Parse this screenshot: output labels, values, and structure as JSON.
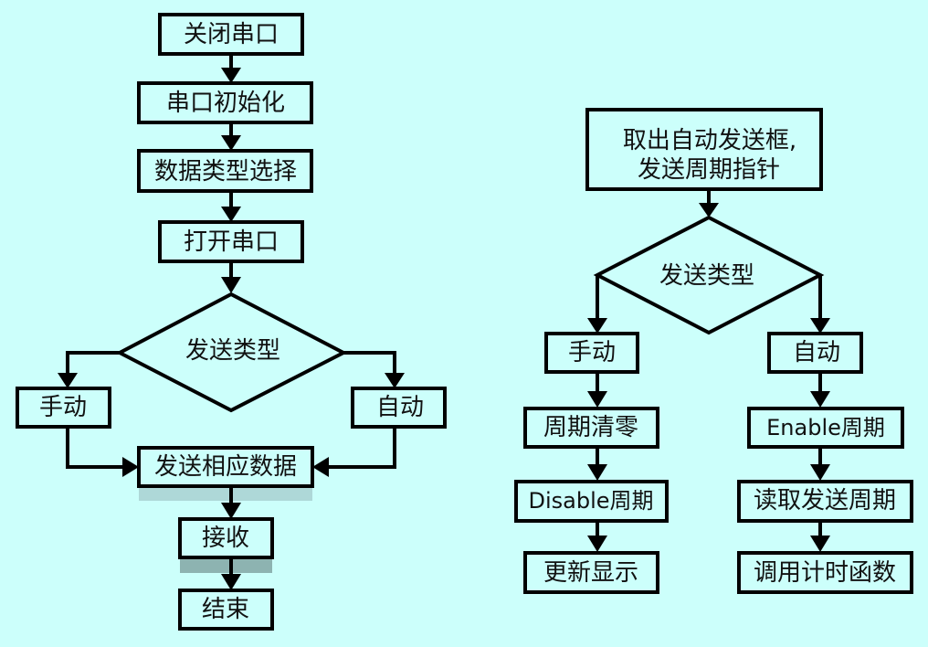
{
  "colors": {
    "background": "#ccfffb",
    "stroke": "#000000",
    "shade_light": "#aed8d8",
    "shade_dark": "#8db3b1"
  },
  "left_flow": {
    "close_port": "关闭串口",
    "init_port": "串口初始化",
    "data_type_select": "数据类型选择",
    "open_port": "打开串口",
    "send_type": "发送类型",
    "manual": "手动",
    "auto": "自动",
    "send_data": "发送相应数据",
    "receive": "接收",
    "end": "结束"
  },
  "right_flow": {
    "fetch_line1": "取出自动发送框,",
    "fetch_line2": "发送周期指针",
    "send_type": "发送类型",
    "manual": "手动",
    "auto": "自动",
    "period_clear": "周期清零",
    "disable_period": "Disable周期",
    "update_display": "更新显示",
    "enable_period": "Enable周期",
    "read_period": "读取发送周期",
    "call_timer": "调用计时函数"
  }
}
